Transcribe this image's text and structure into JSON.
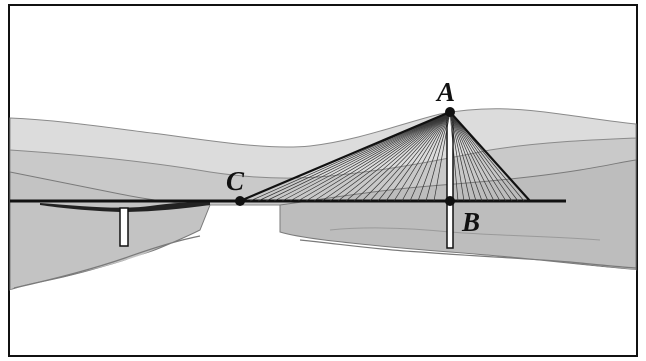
{
  "points": {
    "A": {
      "label": "A"
    },
    "B": {
      "label": "B"
    },
    "C": {
      "label": "C"
    }
  },
  "colors": {
    "frame": "#111111",
    "sky": "#ffffff",
    "far_hills": "#d9d9d9",
    "mid_hills": "#c8c8c8",
    "near_hills": "#bdbdbd",
    "water": "#ffffff",
    "bridge": "#1a1a1a",
    "cables": "#333333"
  },
  "icons": {
    "point_marker": "filled-circle"
  }
}
